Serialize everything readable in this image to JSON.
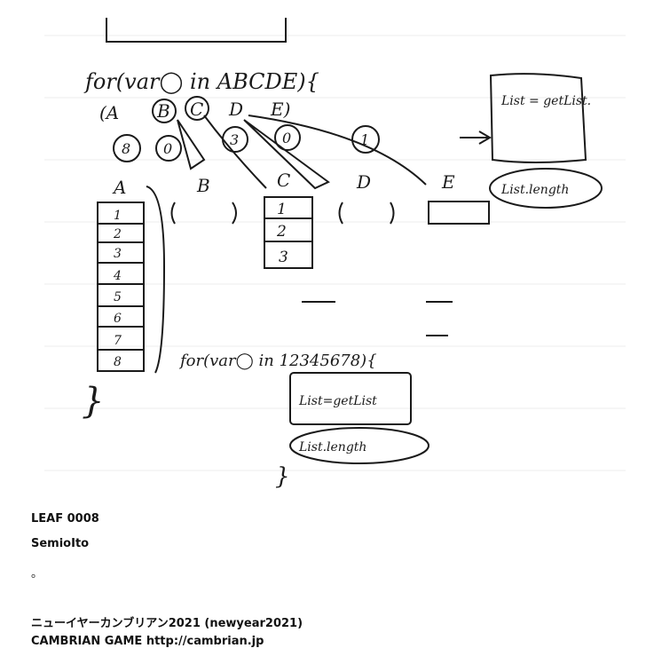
{
  "sketch": {
    "line1": "for(var◯ in ABCDE){",
    "letters_top": [
      "(A",
      "B",
      "C",
      "D",
      "E)"
    ],
    "circled_nums": [
      "8",
      "0",
      "3",
      "0",
      "1"
    ],
    "columns": [
      "A",
      "B",
      "C",
      "D",
      "E"
    ],
    "col_a_cells": [
      "1",
      "2",
      "3",
      "4",
      "5",
      "6",
      "7",
      "8"
    ],
    "col_c_cells": [
      "1",
      "2",
      "3"
    ],
    "box1": "List = getList.",
    "box2": "List.length",
    "line2": "for(var◯ in 12345678){",
    "box3": "List=getList",
    "box4": "List.length",
    "close1": "}",
    "close2": "}"
  },
  "leaf_id": "LEAF 0008",
  "author": "SemioIto",
  "caption": "。",
  "footer": {
    "event": "ニューイヤーカンブリアン2021  (newyear2021)",
    "site": "CAMBRIAN GAME  http://cambrian.jp"
  }
}
